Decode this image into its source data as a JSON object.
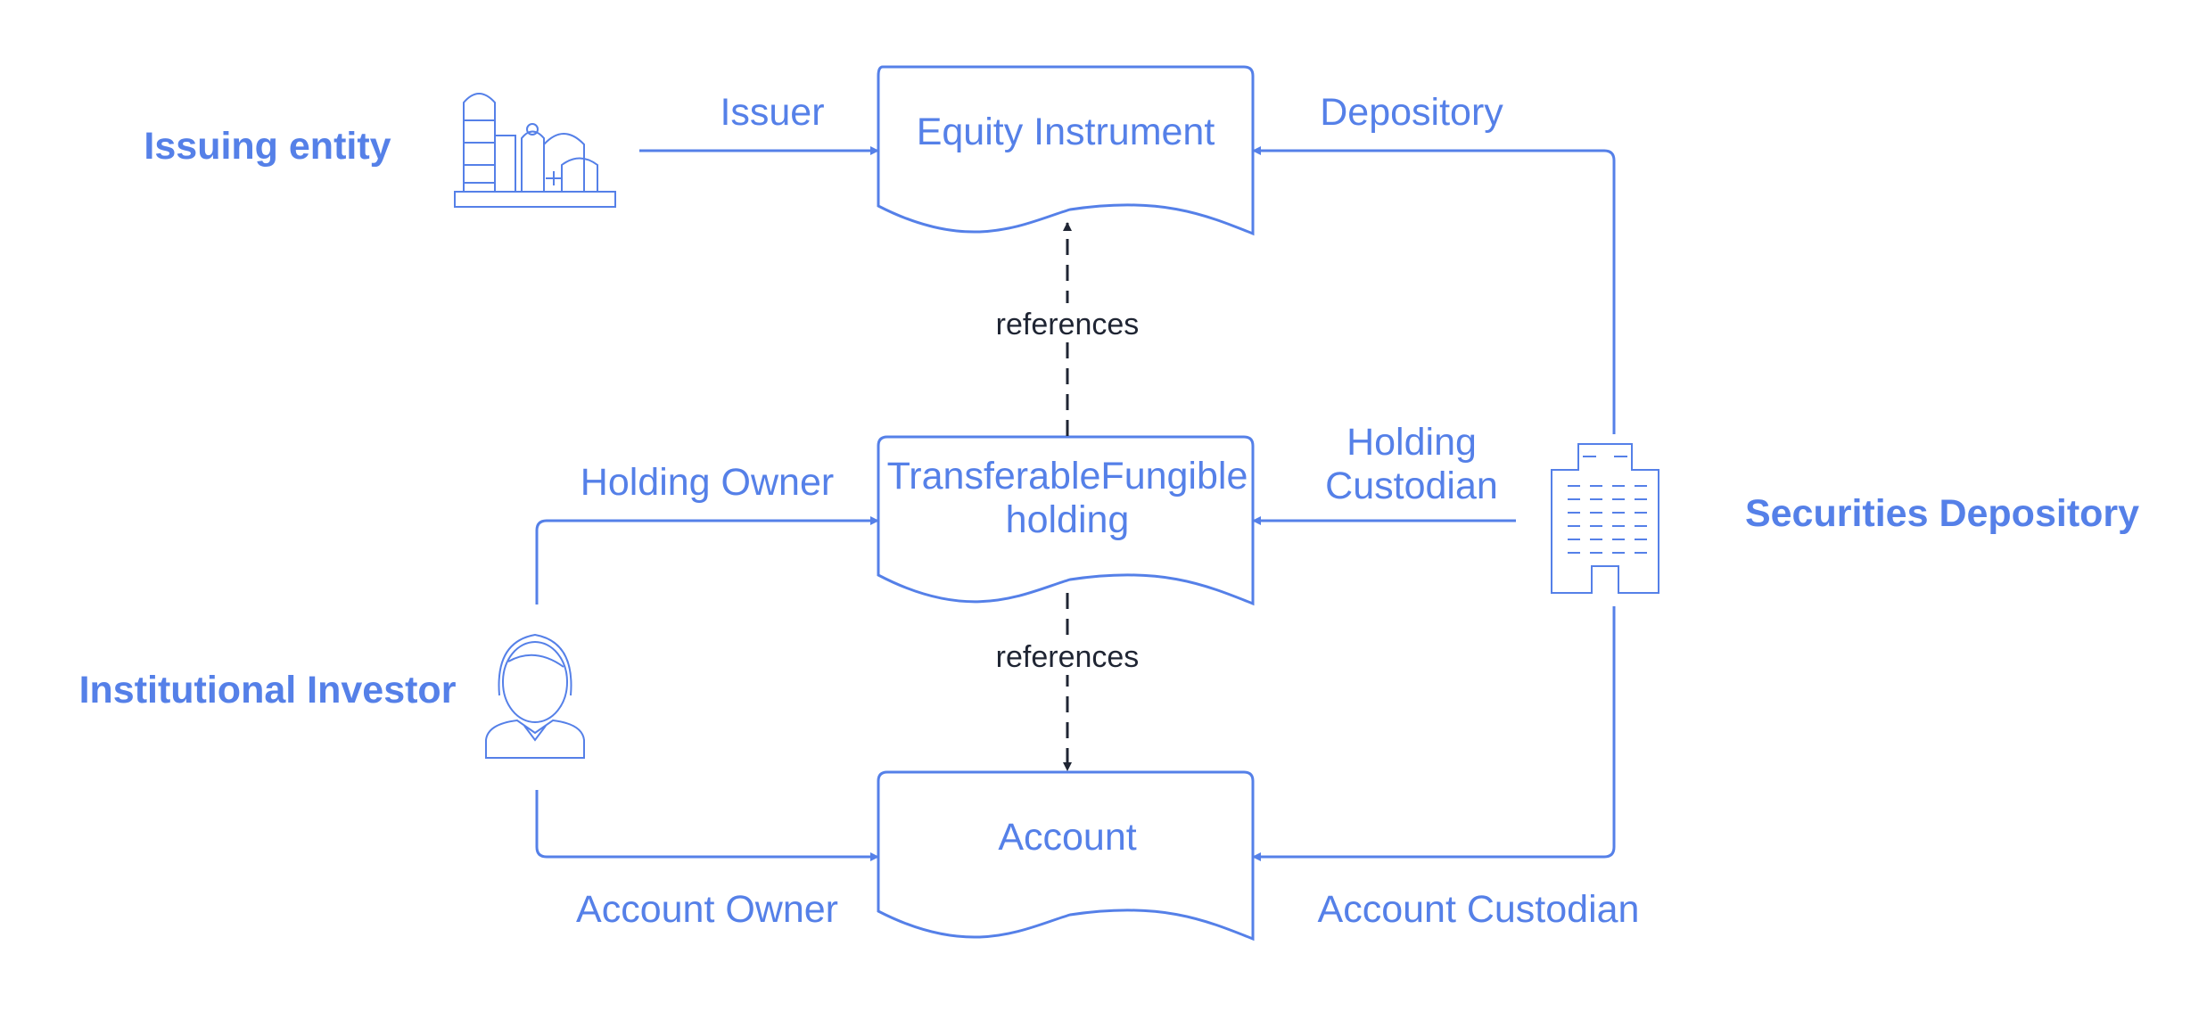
{
  "diagram": {
    "actors": {
      "issuing_entity": "Issuing entity",
      "institutional_investor": "Institutional Investor",
      "securities_depository": "Securities Depository"
    },
    "documents": {
      "equity_instrument": "Equity Instrument",
      "holding_line1": "TransferableFungible",
      "holding_line2": "holding",
      "account": "Account"
    },
    "edges": {
      "issuer": "Issuer",
      "depository": "Depository",
      "holding_owner": "Holding Owner",
      "holding_custodian_line1": "Holding",
      "holding_custodian_line2": "Custodian",
      "account_owner": "Account Owner",
      "account_custodian": "Account Custodian",
      "references_upper": "references",
      "references_lower": "references"
    },
    "icons": {
      "issuing_entity": "factory-icon",
      "institutional_investor": "person-icon",
      "securities_depository": "office-building-icon"
    },
    "colors": {
      "accent": "#5580e8",
      "reference_line": "#1f2533"
    }
  }
}
